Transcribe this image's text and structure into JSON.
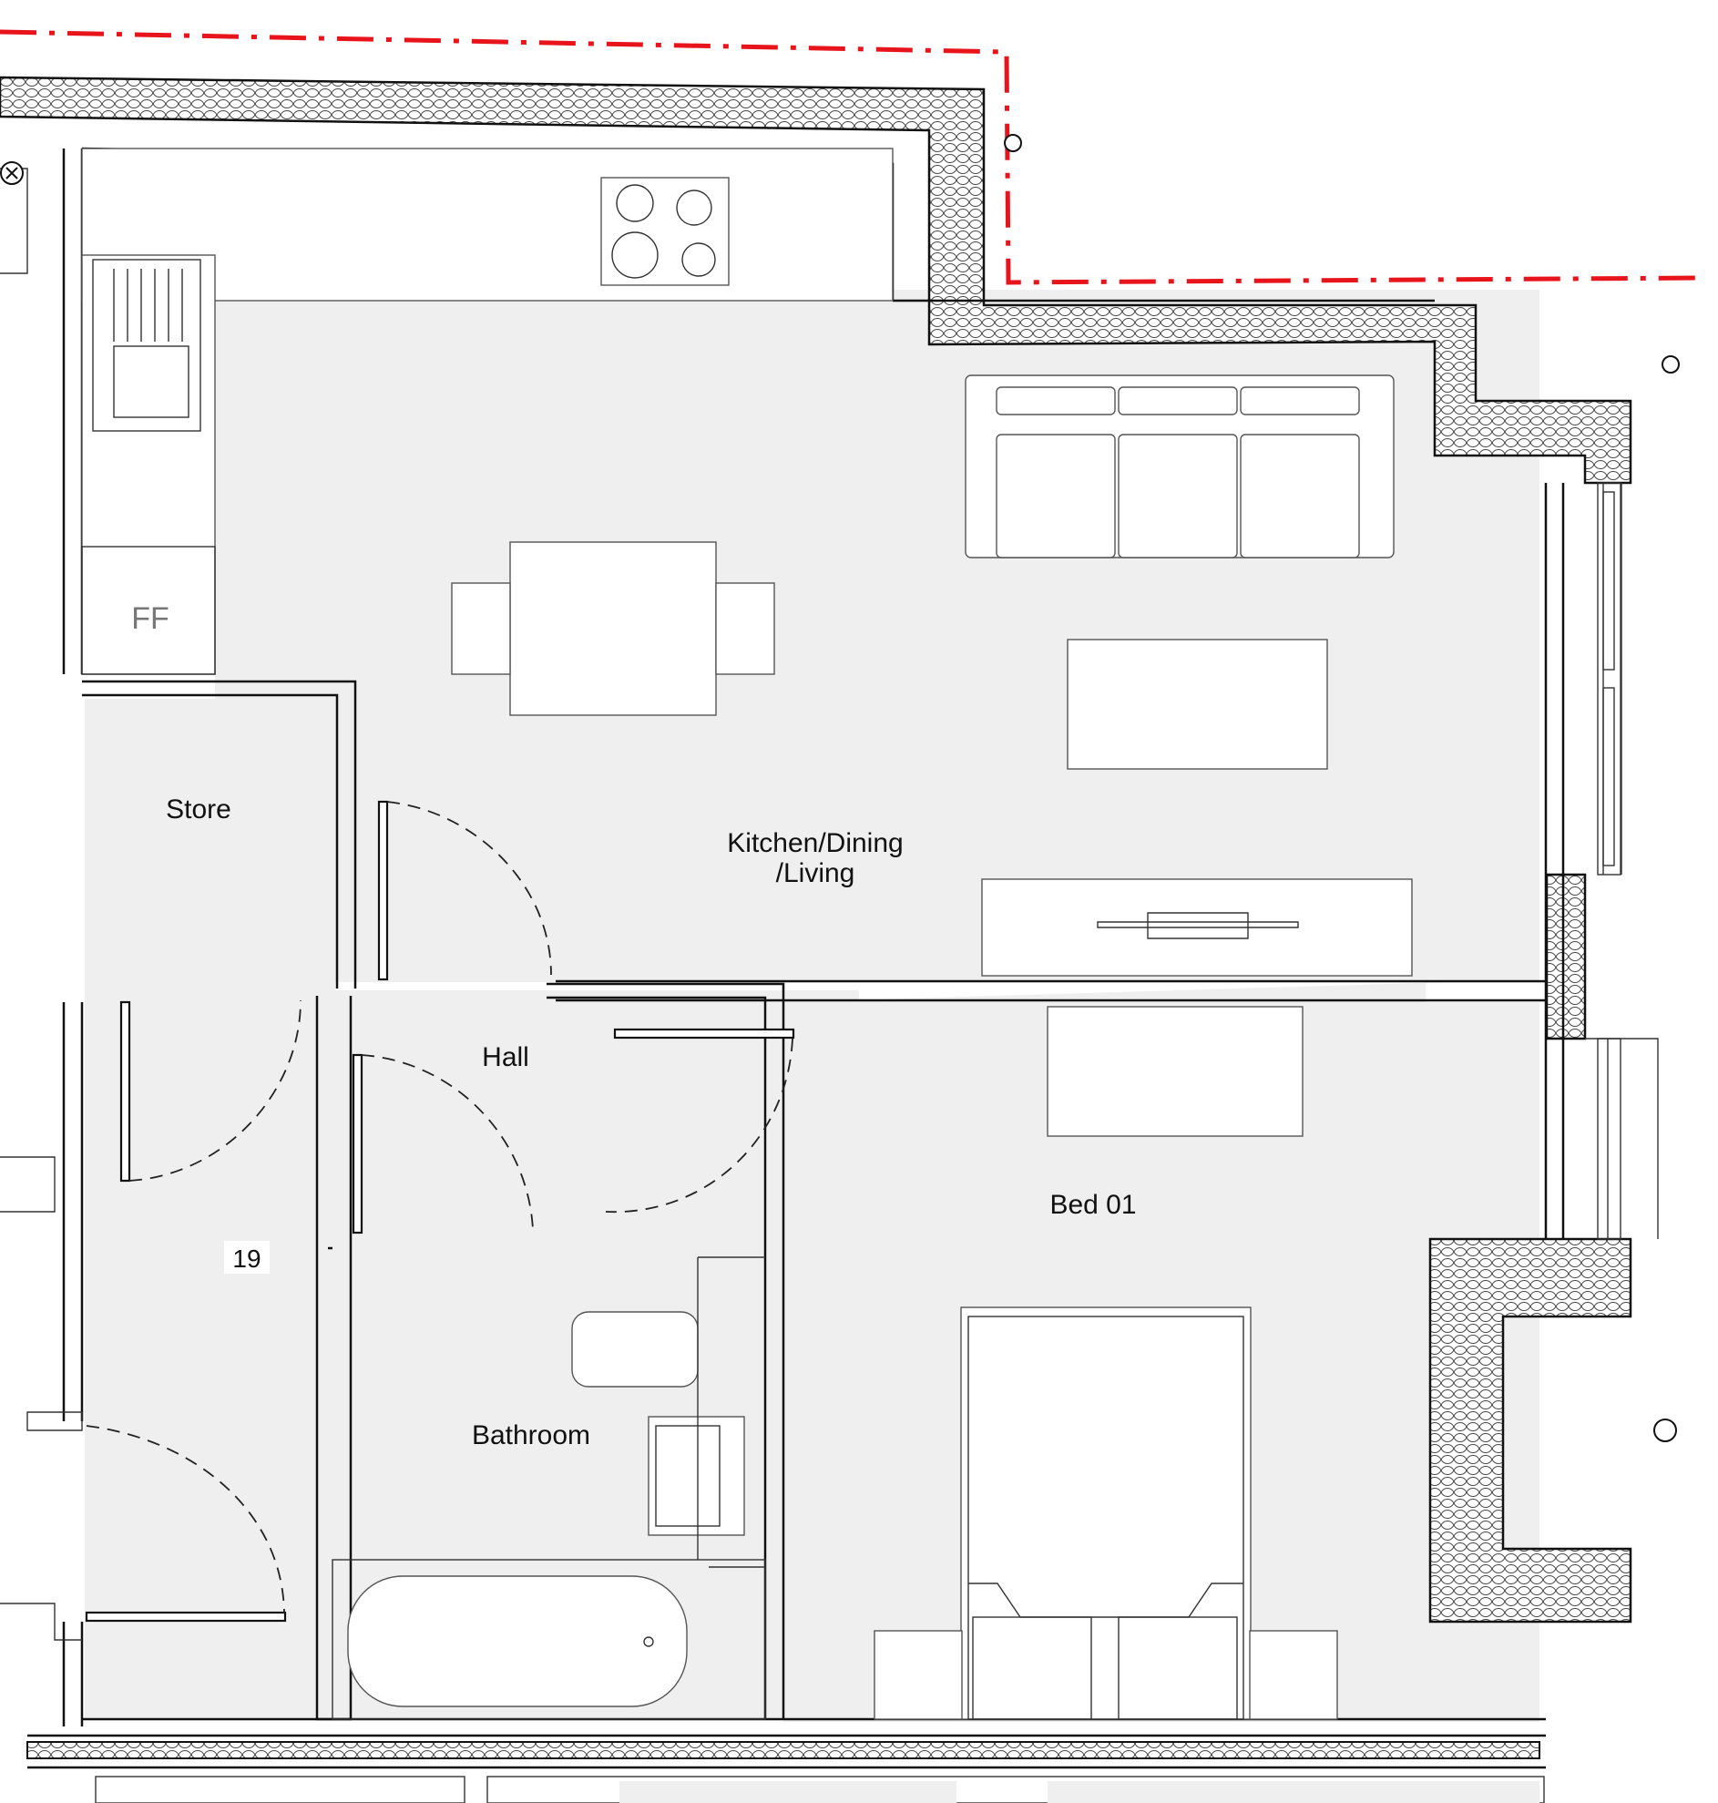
{
  "rooms": {
    "kitchen_line1": "Kitchen/Dining",
    "kitchen_line2": "/Living",
    "store": "Store",
    "hall": "Hall",
    "bathroom": "Bathroom",
    "bedroom": "Bed 01"
  },
  "fridge_freezer": "FF",
  "unit_number": "19",
  "colors": {
    "site_boundary": "#e8141c",
    "floor_fill": "#efefef",
    "wall_line": "#111111"
  }
}
